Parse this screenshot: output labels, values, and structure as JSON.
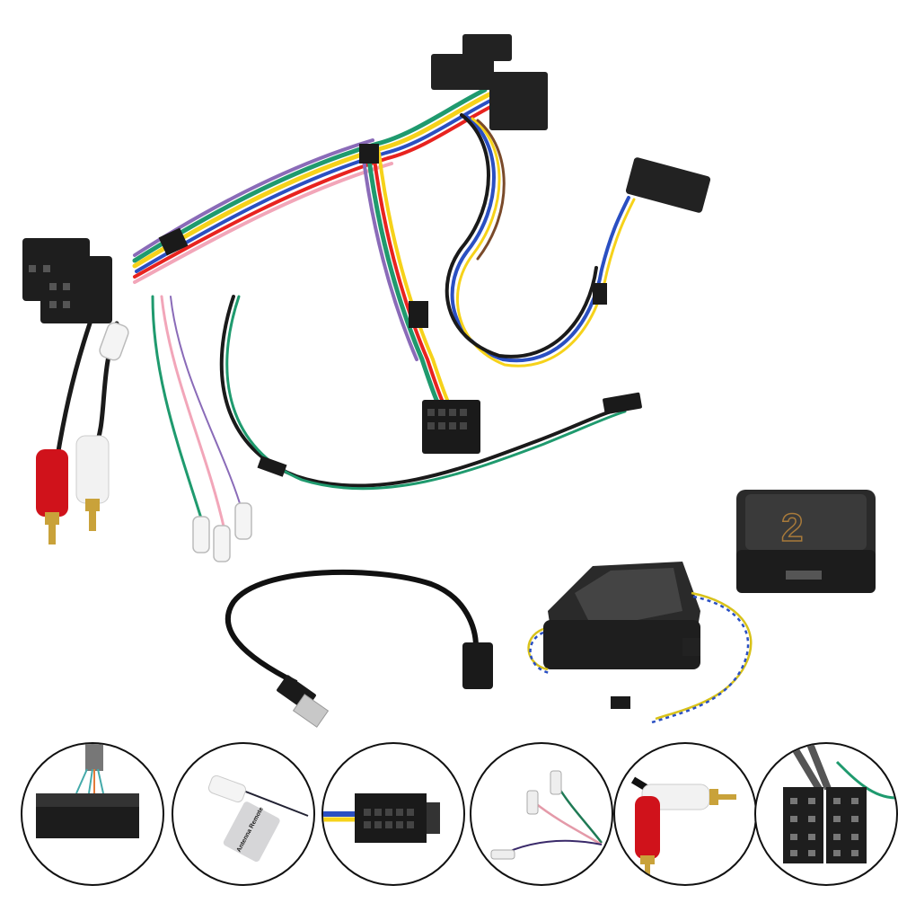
{
  "image": {
    "subject": "Car stereo installation wiring harness kit",
    "background": "#ffffff"
  },
  "components": {
    "main_harness": {
      "description": "Multi-colored wiring harness with ISO connectors, 16-pin plug and vehicle connectors"
    },
    "iso_connectors": {
      "description": "Black ISO connector pair"
    },
    "rca_plugs": {
      "description": "Red and white RCA plugs",
      "colors": {
        "red": "#d0121b",
        "white": "#f2f2f2"
      }
    },
    "usb_cable": {
      "description": "Black USB A male to vehicle USB extension cable"
    },
    "interface_box": {
      "description": "Black CAN-bus interface module",
      "logo_text": "2"
    },
    "mount_box": {
      "description": "Black bracket box with twisted yellow/blue wire pair"
    }
  },
  "detail_circles": [
    {
      "name": "vehicle-connector-detail",
      "description": "Black multi-pin vehicle connector"
    },
    {
      "name": "antenna-remote-detail",
      "description": "Spade terminal with label",
      "label": "Antenna Remote"
    },
    {
      "name": "16pin-connector-detail",
      "description": "Black 16-pin connector"
    },
    {
      "name": "spade-terminals-detail",
      "description": "Green, pink and purple wires with spade terminals"
    },
    {
      "name": "rca-plugs-detail",
      "description": "Red and white RCA plugs"
    },
    {
      "name": "iso-connector-detail",
      "description": "Black ISO connector pair"
    }
  ],
  "wire_colors": [
    "#1a1a1a",
    "#e8231f",
    "#f6d21a",
    "#1f9a6e",
    "#2a4fc2",
    "#f2a6b9",
    "#8a6bb8",
    "#ffffff",
    "#7a4a2a",
    "#f08a1c"
  ]
}
